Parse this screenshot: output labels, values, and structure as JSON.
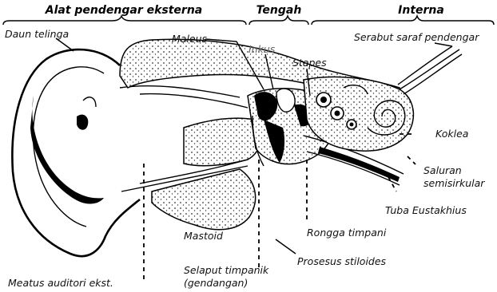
{
  "sections": {
    "external": "Alat pendengar eksterna",
    "middle": "Tengah",
    "inner": "Interna"
  },
  "labels": {
    "daun_telinga": "Daun telinga",
    "maleus": "Maleus",
    "inkus": "Inkus",
    "stapes": "Stapes",
    "serabut_saraf": "Serabut saraf pendengar",
    "koklea": "Koklea",
    "saluran": "Saluran",
    "semisirkular": "semisirkular",
    "tuba": "Tuba Eustakhius",
    "rongga": "Rongga timpani",
    "prosesus": "Prosesus stiloides",
    "mastoid": "Mastoid",
    "selaput_1": "Selaput timpanik",
    "selaput_2": "(gendangan)",
    "meatus": "Meatus auditori ekst."
  }
}
